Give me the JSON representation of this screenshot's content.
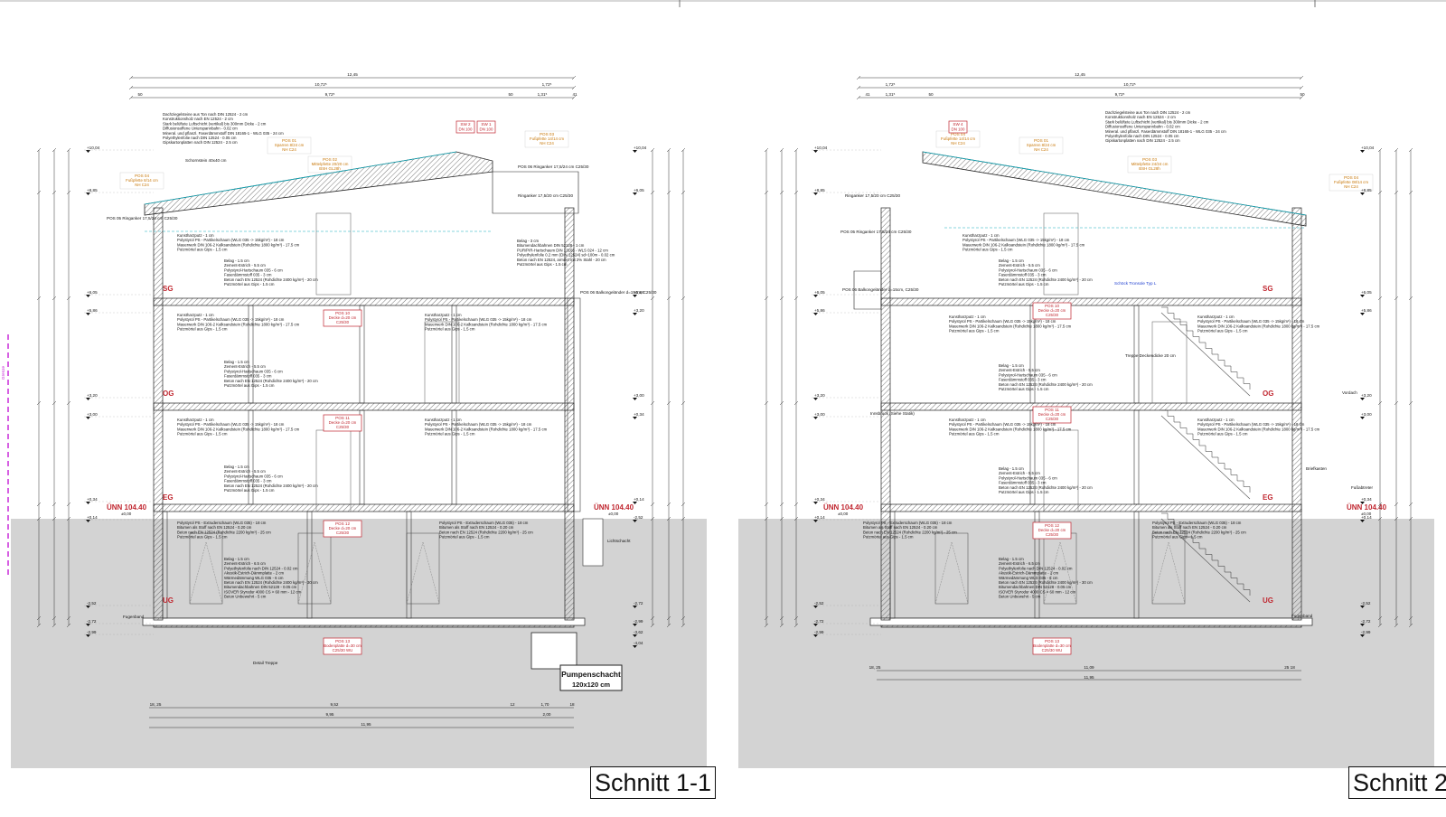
{
  "sections": [
    {
      "title": "Schnitt 1-1",
      "floors": [
        "SG",
        "OG",
        "EG",
        "UG"
      ],
      "levels_left": [
        "+10,04",
        "+8,85",
        "+6,05",
        "+5,86",
        "+3,20",
        "+3,00",
        "+0,34",
        "+0,14",
        "-2,52",
        "-2,72",
        "-2,99"
      ],
      "levels_right": [
        "+10,04",
        "+6,05",
        "+5,86",
        "+3,20",
        "+3,00",
        "+0,34",
        "+0,14",
        "-2,52",
        "-2,72",
        "-2,99",
        "-3,62",
        "-4,04"
      ],
      "ground_label": "ÜNN 104.40",
      "ground_sub": "±0,00",
      "top_dims": [
        "12,45",
        "10,72⁵",
        "1,72⁵",
        "9,72⁵",
        "50",
        "50",
        "1,31⁵",
        "41"
      ],
      "bottom_dims": [
        "18, 25",
        "9,52",
        "12",
        "1,70",
        "18",
        "9,95",
        "2,00",
        "11,95"
      ],
      "pos_labels": [
        {
          "pos": "POS 04",
          "text": "Fußpfette 8/14 cm",
          "sub": "NH C24"
        },
        {
          "pos": "POS 01",
          "text": "Sparren 8/24 cm",
          "sub": "NH C24"
        },
        {
          "pos": "POS 02",
          "text": "Mittelpfette 20/20 cm",
          "sub": "BSH GL28h"
        },
        {
          "pos": "POS 03",
          "text": "Fußpfette 14/14 cm",
          "sub": "NH C24"
        }
      ],
      "red_labels": [
        {
          "pos": "SW 2",
          "sub": "DN 100"
        },
        {
          "pos": "SW 1",
          "sub": "DN 100"
        },
        {
          "pos": "POS 10",
          "text": "Decke d=20 cm",
          "sub": "C25/30"
        },
        {
          "pos": "POS 11",
          "text": "Decke d=20 cm",
          "sub": "C25/30"
        },
        {
          "pos": "POS 12",
          "text": "Decke d=20 cm",
          "sub": "C25/30"
        },
        {
          "pos": "POS 13",
          "text": "Bodenplatte d=30 cm",
          "sub": "C25/30 WU"
        }
      ],
      "notes": [
        "Schornstein 40x40 cm",
        "POS 05 Ringanker 17,5/24 cm C25/30",
        "POS 06 Ringanker 17,5/24 cm C25/30",
        "Ringanker 17,5/20 cm C25/30",
        "POS 06 Balkongeländer d=15cm, C25/30",
        "Lichtschacht",
        "Fugenband",
        "Detail Treppe",
        "Grenze"
      ],
      "pump_label": "Pumpenschacht",
      "pump_sub": "120x120 cm"
    },
    {
      "title": "Schnitt 2-2",
      "floors": [
        "SG",
        "OG",
        "EG",
        "UG"
      ],
      "levels_left": [
        "+10,04",
        "+8,85",
        "+6,05",
        "+5,86",
        "+3,20",
        "+3,00",
        "+0,34",
        "+0,14",
        "-2,52",
        "-2,72",
        "-2,99"
      ],
      "levels_right": [
        "+10,04",
        "+8,85",
        "+6,05",
        "+5,86",
        "+3,20",
        "+3,00",
        "+0,34",
        "+0,14",
        "-2,52",
        "-2,72",
        "-2,99"
      ],
      "ground_label": "ÜNN 104.40",
      "ground_sub": "±0,00",
      "top_dims": [
        "12,45",
        "1,72⁵",
        "10,72⁵",
        "41",
        "1,31⁵",
        "50",
        "9,72⁵",
        "50"
      ],
      "bottom_dims": [
        "18, 25",
        "11,09",
        "25 18",
        "11,95"
      ],
      "pos_labels": [
        {
          "pos": "POS 04",
          "text": "Fußpfette 14/14 cm",
          "sub": "NH C24"
        },
        {
          "pos": "POS 01",
          "text": "Sparren 8/24 cm",
          "sub": "NH C24"
        },
        {
          "pos": "POS 03",
          "text": "Mittelpfette 24/24 cm",
          "sub": "BSH GL28h"
        },
        {
          "pos": "POS 04",
          "text": "Fußpfette 08/14 cm",
          "sub": "NH C24"
        }
      ],
      "red_labels": [
        {
          "pos": "SW 4",
          "sub": "DN 100"
        },
        {
          "pos": "POS 10",
          "text": "Decke d=20 cm",
          "sub": "C25/30"
        },
        {
          "pos": "POS 11",
          "text": "Decke d=20 cm",
          "sub": "C25/30"
        },
        {
          "pos": "POS 12",
          "text": "Decke d=20 cm",
          "sub": "C25/30"
        },
        {
          "pos": "POS 13",
          "text": "Bodenplatte d=30 cm",
          "sub": "C25/30 WU"
        }
      ],
      "notes": [
        "POS 05 Ringanker 17,5/24 cm C25/30",
        "Ringanker 17,5/20 cm C25/30",
        "POS 06 Balkongeländer d=15cm, C25/30",
        "Treppe Deckendicke 20 cm",
        "Schöck Tronsole Typ L",
        "Vordach",
        "Briefkasten",
        "Fußabtreter",
        "Fugenband",
        "Innsbruck (Siehe Statik)"
      ]
    }
  ],
  "layer_notes": {
    "roof": [
      "Dachziegelsteine aus Ton nach DIN 12524 - 2 cm",
      "Konstruktionsholz nach EN 12524 - 2 cm",
      "Stark belüftete Luftschicht (vertikal) bis 300mm Dicke - 2 cm",
      "Diffusionsoffene Unterspannbahn - 0.02 cm",
      "Mineral. und pflanzl. Faserdämmstoff DIN 18165-1 - WLG 035 - 24 cm",
      "Polyethylenfolie nach DIN 12524 - 0.05 cm",
      "Gipskartonplatten nach DIN 12524 - 2.5 cm"
    ],
    "floor": [
      "Belag - 1.5 cm",
      "Zement-Estrich - 5.5 cm",
      "Polystyrol-Hartschaum 035 - 6 cm",
      "Faserdämmstoff 035 - 3 cm",
      "Beton nach EN 12524 (Rohdichte 2400 kg/m³) - 20 cm",
      "Putzmörtel aus Gips - 1.5 cm"
    ],
    "wall": [
      "Kunstharzputz - 1 cm",
      "Polystyrol PS - Partikelschaum (WLG 035 -> 15kg/m³) - 18 cm",
      "Mauerwerk DIN 106-2 Kalksandstein (Rohdichte 1800 kg/m³) - 17.5 cm",
      "Putzmörtel aus Gips - 1.5 cm"
    ],
    "basement_wall": [
      "Polystyrol PS - Extruderschaum (WLG 035) - 18 cm",
      "Bitumen als Stoff nach EN 12524 - 0.20 cm",
      "Beton nach EN 12524 (Rohdichte 2200 kg/m³) - 25 cm",
      "Putzmörtel aus Gips - 1.5 cm"
    ],
    "terrace": [
      "Belag - 3 cm",
      "Bitumendachbahnen DIN 52128 - 1 cm",
      "PUR/PIR-Hartschaum DIN 13165 - WLS 024 - 12 cm",
      "Polyethylenfolie 0.2 mm (DIN 12524) sd=100m - 0.02 cm",
      "Beton nach EN 12524, armiert mit 2% Stahl - 20 cm",
      "Putzmörtel aus Gips - 1.5 cm"
    ],
    "slab": [
      "Belag - 1.5 cm",
      "Zement-Estrich - 6.5 cm",
      "Polyethylenfolie nach DIN 12524 - 0.02 cm",
      "Akustik-Estrich-Dämmplatte - 2 cm",
      "Wärmedämmung WLG 035 - 6 cm",
      "Beton nach EN 12524 (Rohdichte 2400 kg/m³) - 30 cm",
      "Bitumendachbahnen DIN 52128 - 0.05 cm",
      "ISOVER Styrodur 4000 CS > 60 mm - 12 cm",
      "Beton Unbewehrt - 5 cm"
    ]
  }
}
